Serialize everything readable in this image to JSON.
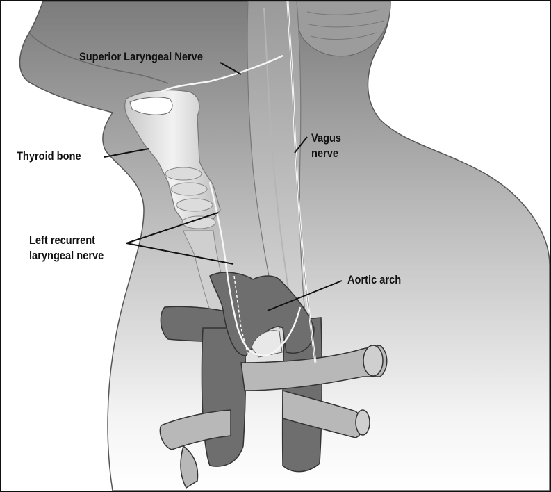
{
  "labels": {
    "superior_laryngeal_nerve": "Superior Laryngeal Nerve",
    "thyroid_bone": "Thyroid bone",
    "vagus_nerve_line1": "Vagus",
    "vagus_nerve_line2": "nerve",
    "left_recurrent_line1": "Left recurrent",
    "left_recurrent_line2": "laryngeal nerve",
    "aortic_arch": "Aortic arch"
  },
  "colors": {
    "body_silhouette": "#8a8a8a",
    "vessel": "#6e6e6e",
    "trachea": "#e6e6e6",
    "nerve": "#f4f4f4",
    "leader_line": "#111111"
  },
  "icons": {
    "silhouette": "head-and-neck-silhouette",
    "aorta": "aortic-arch-vessel",
    "larynx": "larynx-trachea",
    "nerve": "nerve-strand"
  }
}
